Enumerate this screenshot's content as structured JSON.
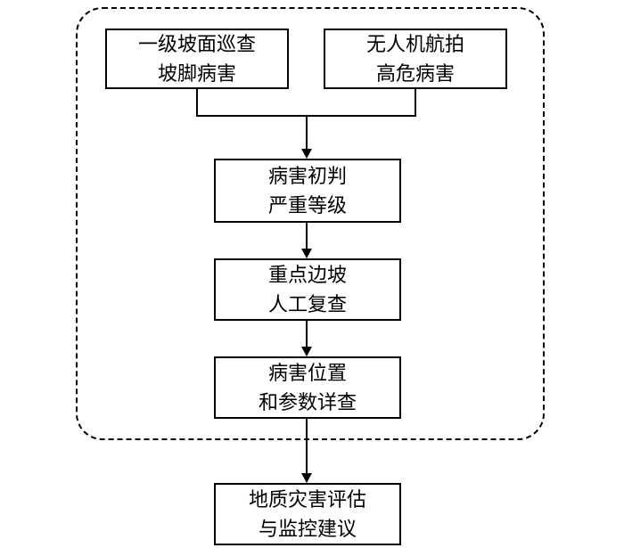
{
  "diagram": {
    "title": "slope-disease-inspection-flowchart",
    "colors": {
      "line": "#000000",
      "background": "#ffffff"
    },
    "nodes": {
      "slope_inspection": {
        "line1": "一级坡面巡查",
        "line2": "坡脚病害"
      },
      "uav_survey": {
        "line1": "无人机航拍",
        "line2": "高危病害"
      },
      "initial_judgment": {
        "line1": "病害初判",
        "line2": "严重等级"
      },
      "manual_recheck": {
        "line1": "重点边坡",
        "line2": "人工复查"
      },
      "detail_survey": {
        "line1": "病害位置",
        "line2": "和参数详查"
      },
      "assessment": {
        "line1": "地质灾害评估",
        "line2": "与监控建议"
      }
    }
  }
}
